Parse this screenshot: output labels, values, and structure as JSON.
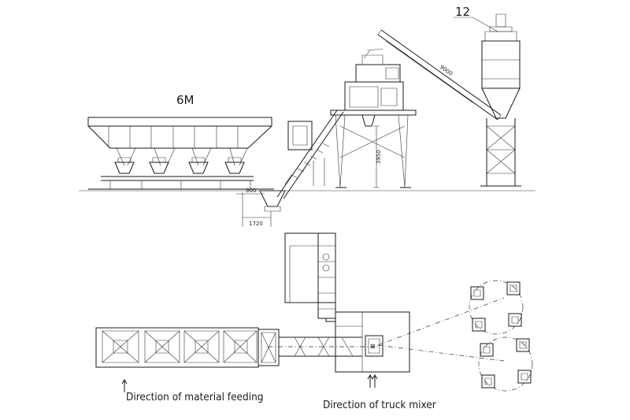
{
  "labels": {
    "callout_number": "12",
    "module_count": "6M",
    "dim_conveyor_length": "9000",
    "dim_discharge_height": "3950",
    "dim_hopper_width": "900",
    "dim_hopper_spacing": "1720",
    "caption_material": "Direction of material feeding",
    "caption_truck": "Direction of truck mixer"
  }
}
